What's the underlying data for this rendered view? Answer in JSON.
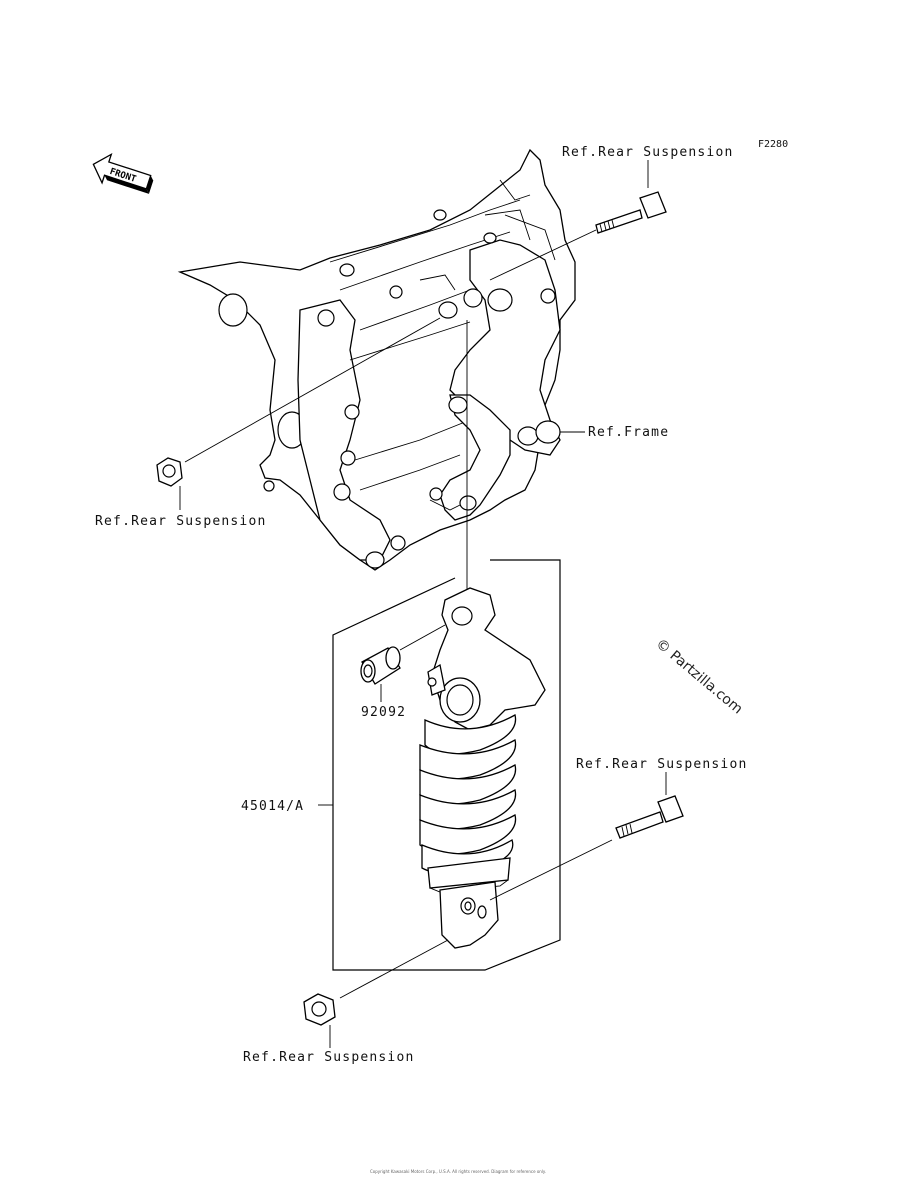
{
  "diagram_code": "F2280",
  "front_arrow": {
    "label": "FRONT",
    "icon": "front-arrow-icon"
  },
  "labels": {
    "top_right_ref": "Ref.Rear Suspension",
    "ref_frame": "Ref.Frame",
    "left_ref": "Ref.Rear Suspension",
    "right_ref": "Ref.Rear Suspension",
    "bottom_ref": "Ref.Rear Suspension"
  },
  "parts": {
    "bushing": "92092",
    "shock_absorber": "45014/A"
  },
  "watermark": "© Partzilla.com",
  "copyright": "Copyright Kawasaki Motors Corp., U.S.A. All rights reserved. Diagram for reference only."
}
